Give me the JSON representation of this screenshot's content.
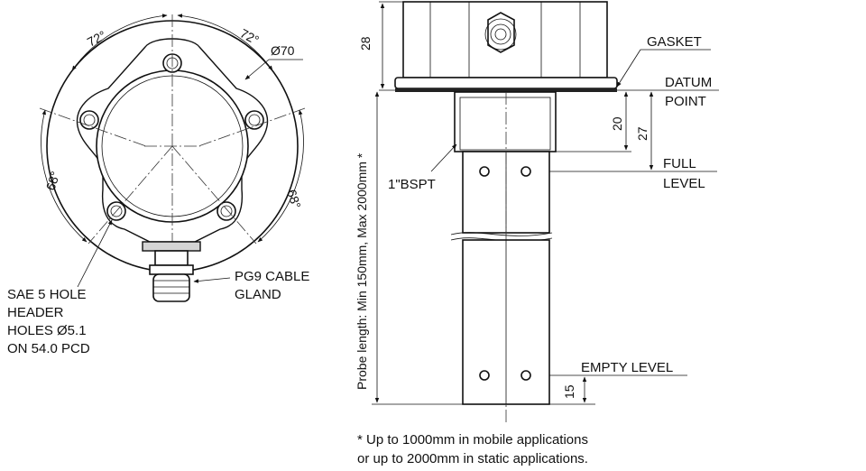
{
  "left_view": {
    "angle_top_left": "72°",
    "angle_top_right": "72°",
    "angle_bottom_left": "68°",
    "angle_bottom_right": "68°",
    "diameter": "Ø70",
    "holes_label": [
      "SAE 5 HOLE",
      "HEADER",
      "HOLES Ø5.1",
      "ON 54.0 PCD"
    ],
    "gland_label": [
      "PG9 CABLE",
      "GLAND"
    ]
  },
  "right_view": {
    "dim_head_height": "28",
    "gasket_label": "GASKET",
    "datum_label": [
      "DATUM",
      "POINT"
    ],
    "dim_20": "20",
    "dim_27": "27",
    "full_level_label": [
      "FULL",
      "LEVEL"
    ],
    "thread_label": "1\"BSPT",
    "probe_length_label": "Probe length: Min 150mm, Max 2000mm *",
    "empty_level_label": "EMPTY LEVEL",
    "dim_15": "15"
  },
  "footnote": [
    "* Up to 1000mm in mobile applications",
    "or up to 2000mm in static applications."
  ]
}
